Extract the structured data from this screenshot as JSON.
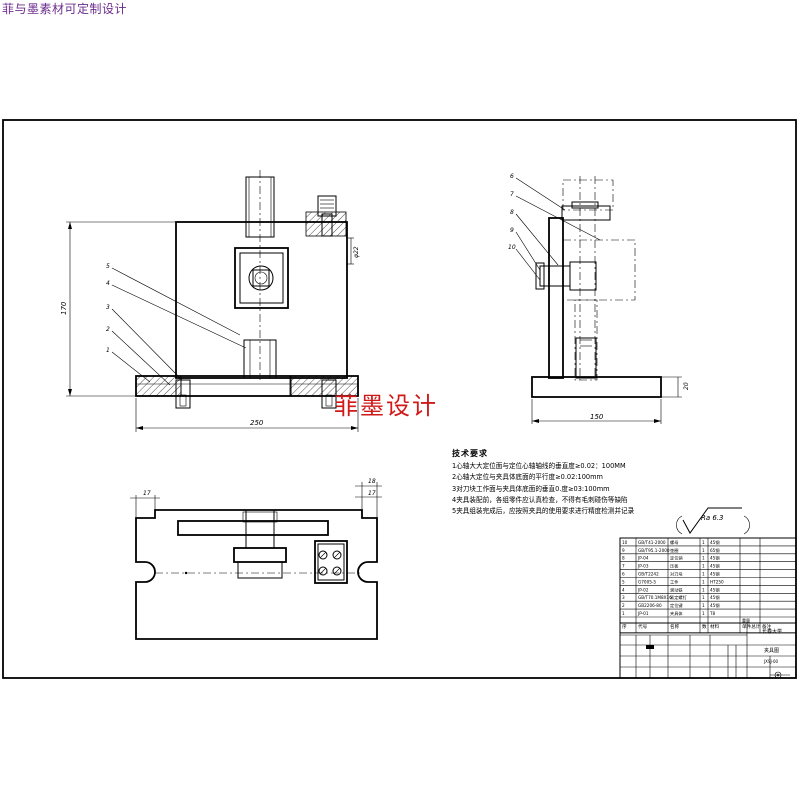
{
  "watermark_top": "菲与墨素材可定制设计",
  "watermark_center": "菲墨设计",
  "front_view": {
    "dim_width": "250",
    "dim_height": "170",
    "dim_side": "φ22",
    "leaders": [
      "5",
      "4",
      "3",
      "2",
      "1"
    ]
  },
  "side_view": {
    "dim_width": "150",
    "dim_height": "20",
    "leaders": [
      "6",
      "7",
      "8",
      "9",
      "10"
    ]
  },
  "top_view": {
    "dim_left": "17",
    "dim_right_a": "17",
    "dim_right_b": "18"
  },
  "requirements": {
    "title": "技术要求",
    "items": [
      "1心轴大大定位面与定位心轴轴线的垂直度≥0.02：100MM",
      "2心轴大定位与夹具体底面的平行度≥0.02:100mm",
      "3对刀块工作面与夹具体底面的垂直0.度≥03:100mm",
      "4夹具装配前，各组零件应认真检查，不得有毛刺碰伤等缺陷",
      "5夹具组装完成后，应按照夹具的使用要求进行精度检测并记录"
    ]
  },
  "roughness": "Ra 6.3",
  "bom": {
    "rows": [
      {
        "no": "10",
        "code": "GB/T41-2000",
        "name": "螺母",
        "qty": "1",
        "mat": "45钢"
      },
      {
        "no": "9",
        "code": "GB/T95.1-2000",
        "name": "垫圈",
        "qty": "1",
        "mat": "65钢"
      },
      {
        "no": "8",
        "code": "JP-04",
        "name": "定位销",
        "qty": "1",
        "mat": "45钢"
      },
      {
        "no": "7",
        "code": "JP-03",
        "name": "压板",
        "qty": "1",
        "mat": "45钢"
      },
      {
        "no": "6",
        "code": "GB/T2242",
        "name": "对刀块",
        "qty": "1",
        "mat": "45钢"
      },
      {
        "no": "5",
        "code": "G7005-5",
        "name": "工件",
        "qty": "1",
        "mat": "HT250"
      },
      {
        "no": "4",
        "code": "JP-02",
        "name": "滚动铁",
        "qty": "1",
        "mat": "45钢"
      },
      {
        "no": "3",
        "code": "GB/T70.1M8X16",
        "name": "紧定螺钉",
        "qty": "1",
        "mat": "45钢"
      },
      {
        "no": "2",
        "code": "GB2206-80",
        "name": "定位键",
        "qty": "1",
        "mat": "45钢"
      },
      {
        "no": "1",
        "code": "JP-01",
        "name": "夹具体",
        "qty": "1",
        "mat": "T8"
      }
    ],
    "header": {
      "no": "序",
      "code": "代号",
      "name": "名称",
      "qty": "数",
      "mat": "材料",
      "weight": "单件总计",
      "note": "备注"
    },
    "header_sub": "重量",
    "company": "长春大学",
    "drawing": "夹具图",
    "drawing_code": "JXSJ-00"
  },
  "colors": {
    "watermark_top": "#6b2c8c",
    "watermark_center": "#d01a1a"
  }
}
